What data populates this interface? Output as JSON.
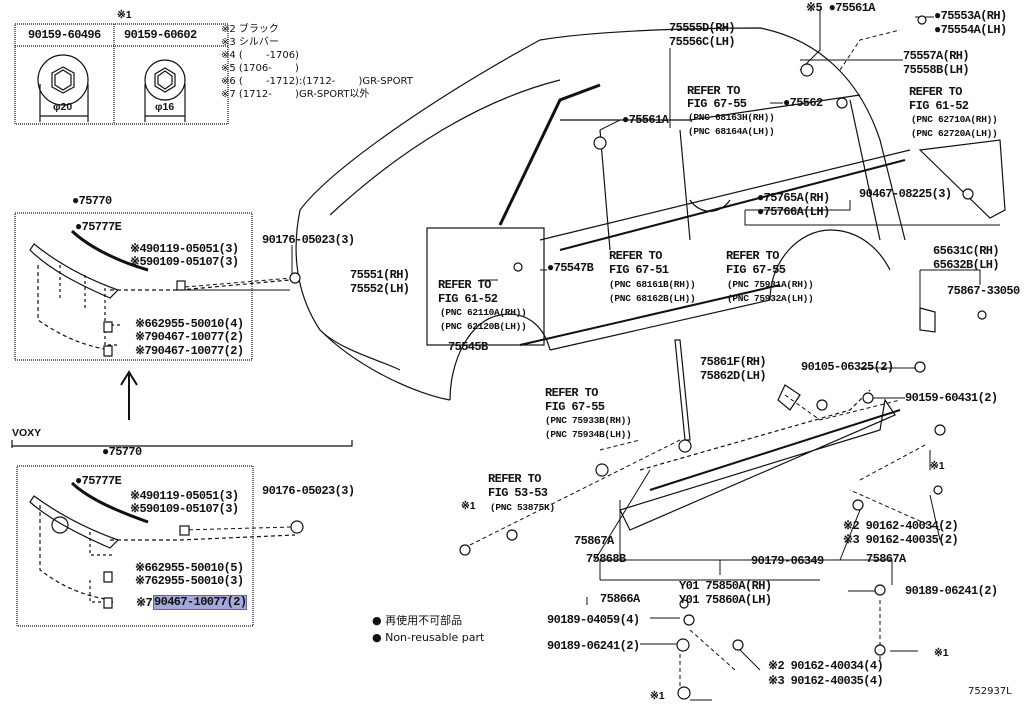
{
  "diagram_id": "752937L",
  "highlight_color": "#a5a8dc",
  "legend": {
    "ja": "● 再使用不可部品",
    "en": "● Non-reusable part"
  },
  "cap_table": {
    "note_mark": "※1",
    "columns": [
      {
        "part": "90159-60496",
        "dim": "φ20"
      },
      {
        "part": "90159-60602",
        "dim": "φ16"
      }
    ]
  },
  "notes": [
    "※2 ブラック",
    "※3 シルバー",
    "※4 (　　 -1706)",
    "※5 (1706-　　 )",
    "※6 (　　 -1712):(1712-　　 )GR-SPORT",
    "※7 (1712-　　 )GR-SPORT以外"
  ],
  "labels": {
    "p75561a_top": "※5 ●75561A",
    "p75553a": "●75553A(RH)",
    "p75554a": "●75554A(LH)",
    "p75555d": "75555D(RH)",
    "p75556c": "75556C(LH)",
    "p75557a": "75557A(RH)",
    "p75558b": "75558B(LH)",
    "p75561a": "●75561A",
    "ref1_a": "REFER TO",
    "ref1_b": "FIG 67-55",
    "ref1_c": "(PNC 68163H(RH))",
    "ref1_d": "(PNC 68164A(LH))",
    "p75562": "●75562",
    "ref2_a": "REFER TO",
    "ref2_b": "FIG 61-52",
    "ref2_c": "(PNC 62710A(RH))",
    "ref2_d": "(PNC 62720A(LH))",
    "p75765a": "●75765A(RH)",
    "p75766a": "●75766A(LH)",
    "p90467_08225": "90467-08225(3)",
    "g1_75770": "●75770",
    "g1_75777e": "●75777E",
    "g1_a": "※490119-05051(3)",
    "g1_b": "※590109-05107(3)",
    "g1_c": "※662955-50010(4)",
    "g1_d": "※790467-10077(2)",
    "g1_e": "※790467-10077(2)",
    "p90176_a": "90176-05023(3)",
    "p75551": "75551(RH)",
    "p75552": "75552(LH)",
    "ref3_a": "REFER TO",
    "ref3_b": "FIG 61-52",
    "ref3_c": "(PNC 62110A(RH))",
    "ref3_d": "(PNC 62120B(LH))",
    "p75547b": "●75547B",
    "ref4_a": "REFER TO",
    "ref4_b": "FIG 67-51",
    "ref4_c": "(PNC 68161B(RH))",
    "ref4_d": "(PNC 68162B(LH))",
    "ref5_a": "REFER TO",
    "ref5_b": "FIG 67-55",
    "ref5_c": "(PNC 75931A(RH))",
    "ref5_d": "(PNC 75932A(LH))",
    "p75545b": "75545B",
    "p65631c": "65631C(RH)",
    "p65632b": "65632B(LH)",
    "p75867_33050": "75867-33050",
    "p90105": "90105-06325(2)",
    "p75861f": "75861F(RH)",
    "p75862d": "75862D(LH)",
    "p90159_60431": "90159-60431(2)",
    "ref6_a": "REFER TO",
    "ref6_b": "FIG 67-55",
    "ref6_c": "(PNC 75933B(RH))",
    "ref6_d": "(PNC 75934B(LH))",
    "n1_a": "※1",
    "ref7_a": "REFER TO",
    "ref7_b": "FIG 53-53",
    "ref7_c": "(PNC 53875K)",
    "n1_b": "※1",
    "p90162_2a": "※2 90162-40034(2)",
    "p90162_3a": "※3 90162-40035(2)",
    "p75867a_l": "75867A",
    "p75868b": "75868B",
    "p90179": "90179-06349",
    "p75867a_r": "75867A",
    "p75866a": "75866A",
    "p75850a": "Y01 75850A(RH)",
    "p75860a": "Y01 75860A(LH)",
    "p90189_06241_r": "90189-06241(2)",
    "voxy": "VOXY",
    "g2_75770": "●75770",
    "g2_75777e": "●75777E",
    "g2_a": "※490119-05051(3)",
    "g2_b": "※590109-05107(3)",
    "p90176_b": "90176-05023(3)",
    "g2_c": "※662955-50010(5)",
    "g2_d": "※762955-50010(3)",
    "g2_e_mark": "※7",
    "g2_e": "90467-10077(2)",
    "p90189_04059": "90189-04059(4)",
    "p90189_06241_l": "90189-06241(2)",
    "p90162_2b": "※2 90162-40034(4)",
    "p90162_3b": "※3 90162-40035(4)",
    "n1_c": "※1",
    "n1_d": "※1"
  }
}
